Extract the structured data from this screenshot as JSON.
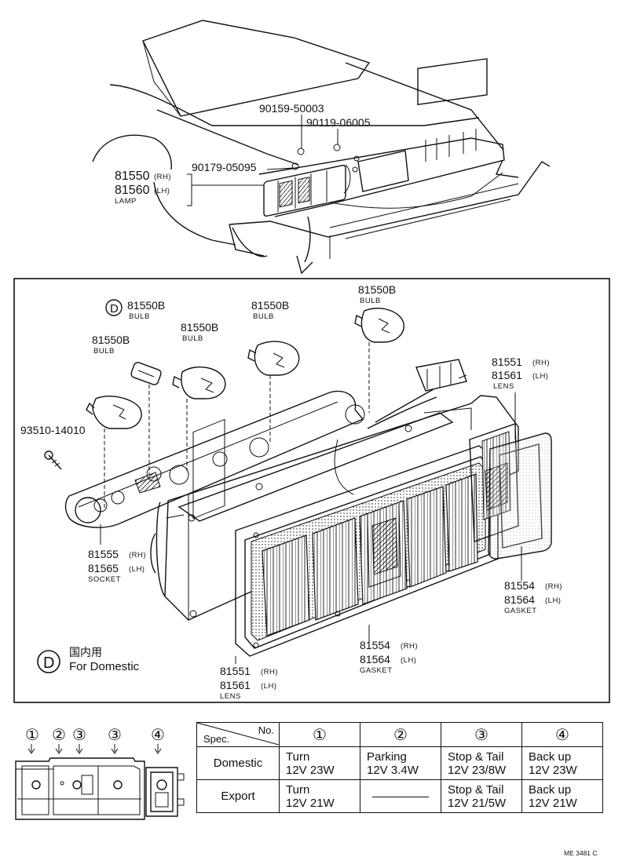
{
  "top_callouts": {
    "p1": "90159-50003",
    "p2": "90119-06005",
    "p3": "90179-05095",
    "lamp_rh": "81550",
    "lamp_lh": "81560",
    "rh": "(RH)",
    "lh": "(LH)",
    "lamp": "LAMP"
  },
  "detail_callouts": {
    "bulb_a": "81550B",
    "bulb_word": "BULB",
    "d_mark": "D",
    "screw": "93510-14010",
    "lens_r_rh": "81551",
    "lens_r_lh": "81561",
    "lens_word": "LENS",
    "socket_rh": "81555",
    "socket_lh": "81565",
    "socket_word": "SOCKET",
    "gasket_rh": "81554",
    "gasket_lh": "81564",
    "gasket_word": "GASKET",
    "lens_b_rh": "81551",
    "lens_b_lh": "81561",
    "rh": "(RH)",
    "lh": "(LH)"
  },
  "legend": {
    "d_mark": "D",
    "japanese": "国内用",
    "english": "For Domestic"
  },
  "bulb_positions": {
    "c1": "①",
    "c2": "②",
    "c3": "③",
    "c3b": "③",
    "c4": "④"
  },
  "spec_table": {
    "corner_spec": "Spec.",
    "corner_no": "No.",
    "col_headers": [
      "①",
      "②",
      "③",
      "④"
    ],
    "rows": [
      {
        "label": "Domestic",
        "cells": [
          {
            "l1": "Turn",
            "l2": "12V 23W"
          },
          {
            "l1": "Parking",
            "l2": "12V 3.4W"
          },
          {
            "l1": "Stop & Tail",
            "l2": "12V 23/8W"
          },
          {
            "l1": "Back up",
            "l2": "12V 23W"
          }
        ]
      },
      {
        "label": "Export",
        "cells": [
          {
            "l1": "Turn",
            "l2": "12V 21W"
          },
          {
            "l1": "",
            "l2": ""
          },
          {
            "l1": "Stop & Tail",
            "l2": "12V 21/5W"
          },
          {
            "l1": "Back up",
            "l2": "12V 21W"
          }
        ]
      }
    ]
  },
  "footer_code": "ME 3481 C"
}
